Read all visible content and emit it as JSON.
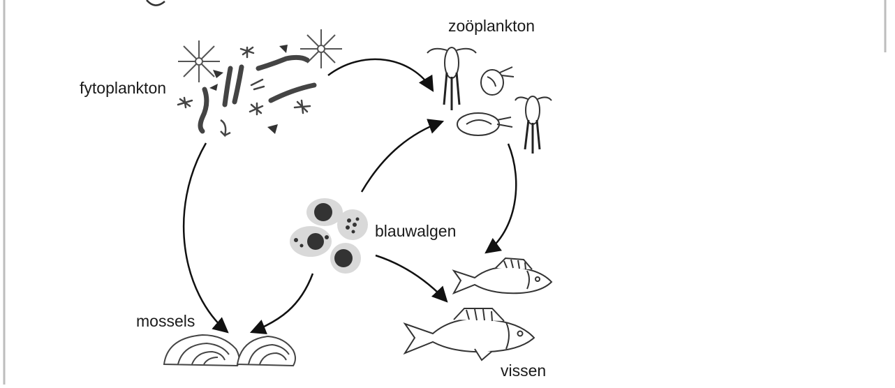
{
  "diagram": {
    "nodes": {
      "fytoplankton": "fytoplankton",
      "zooplankton": "zoöplankton",
      "blauwalgen": "blauwalgen",
      "mossels": "mossels",
      "vissen": "vissen"
    },
    "edges": [
      {
        "from": "fytoplankton",
        "to": "zooplankton"
      },
      {
        "from": "fytoplankton",
        "to": "mossels"
      },
      {
        "from": "blauwalgen",
        "to": "zooplankton"
      },
      {
        "from": "blauwalgen",
        "to": "mossels"
      },
      {
        "from": "blauwalgen",
        "to": "vissen"
      },
      {
        "from": "zooplankton",
        "to": "vissen"
      }
    ]
  }
}
